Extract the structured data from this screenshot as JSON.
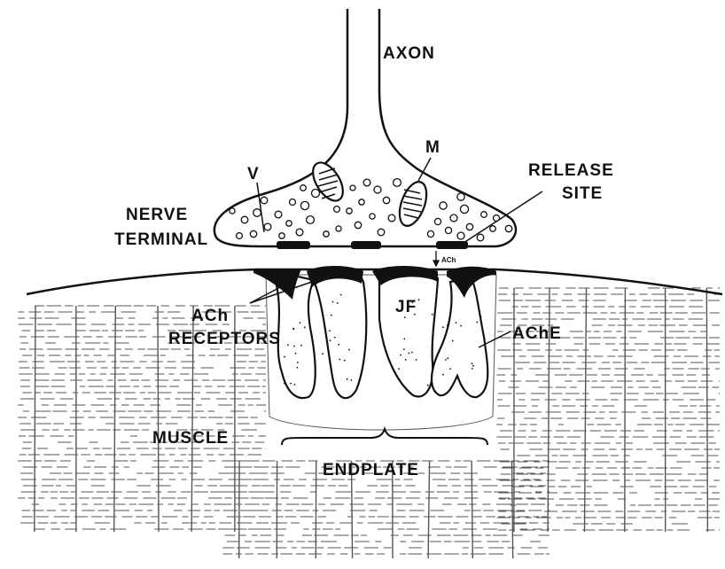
{
  "labels": {
    "axon": "AXON",
    "mitochondrion": "M",
    "vesicle": "V",
    "release_site_1": "RELEASE",
    "release_site_2": "SITE",
    "nerve_terminal_1": "NERVE",
    "nerve_terminal_2": "TERMINAL",
    "ach_receptors_1": "ACh",
    "ach_receptors_2": "RECEPTORS",
    "junctional_fold": "JF",
    "ache": "AChE",
    "ach_small": "ACh",
    "muscle": "MUSCLE",
    "endplate": "ENDPLATE"
  },
  "colors": {
    "ink": "#111111",
    "paper": "#ffffff",
    "striation": "#555555"
  }
}
